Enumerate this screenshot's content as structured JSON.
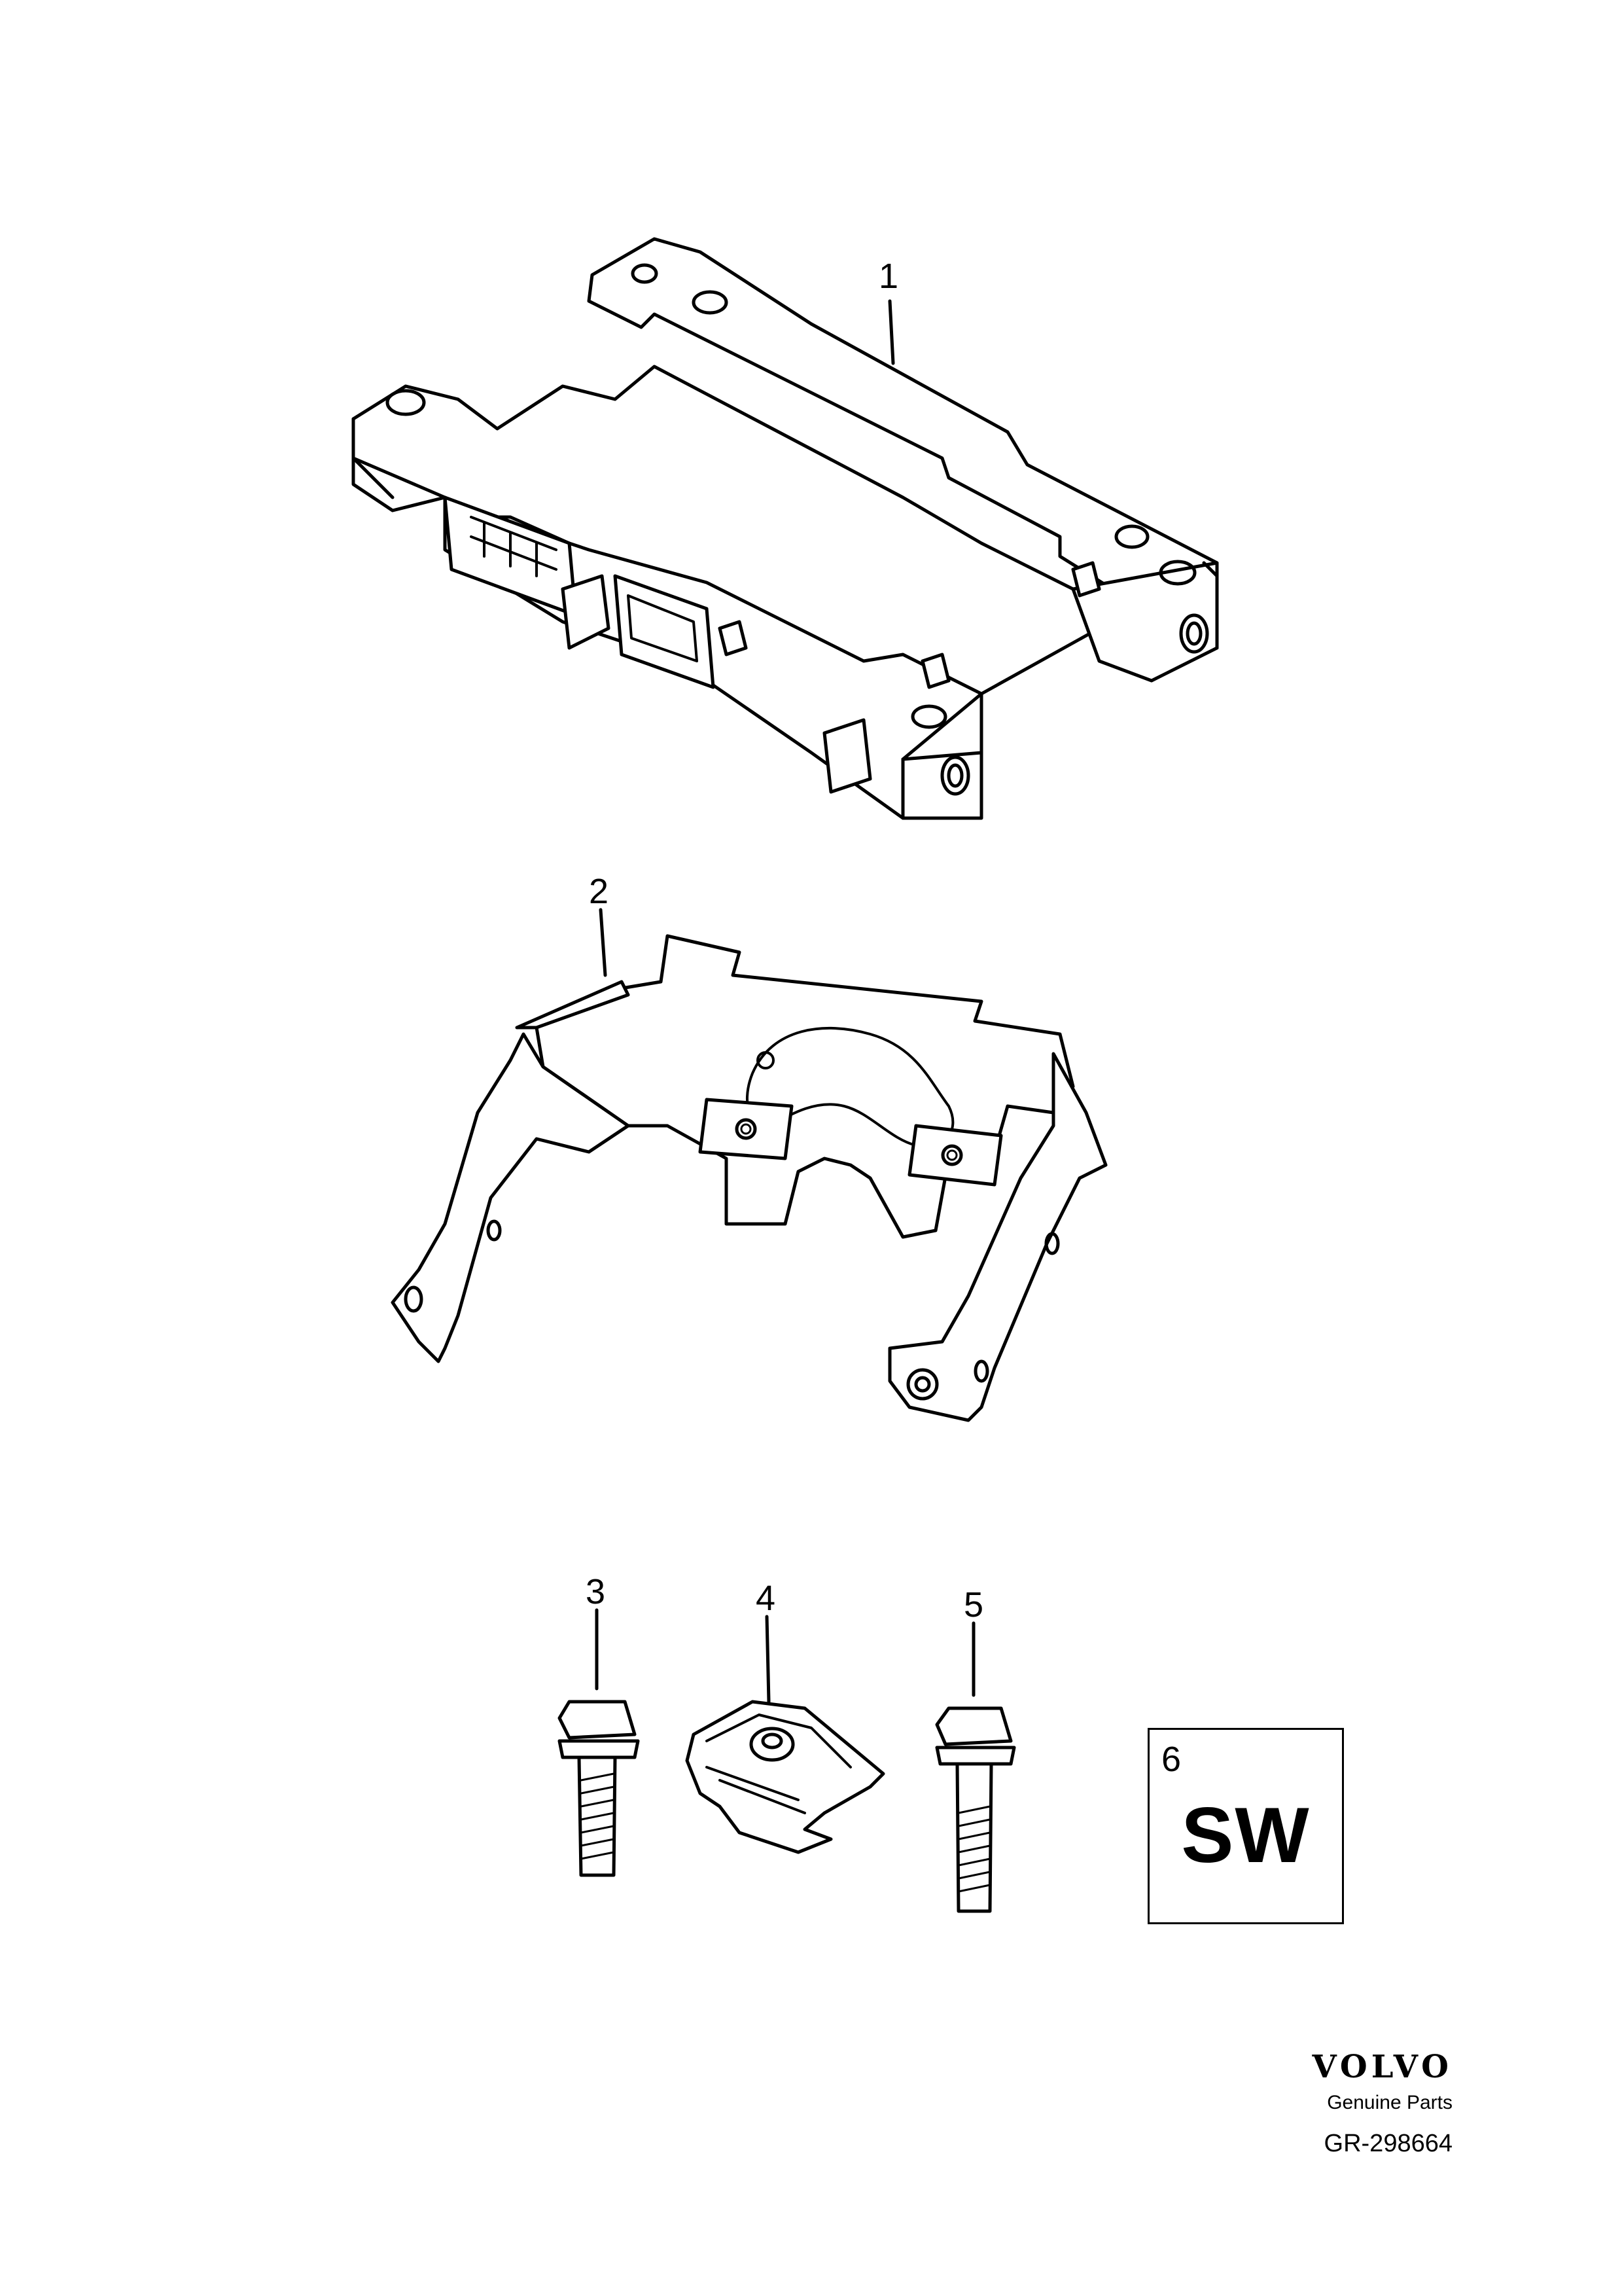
{
  "callouts": {
    "item1": "1",
    "item2": "2",
    "item3": "3",
    "item4": "4",
    "item5": "5"
  },
  "kit_box": {
    "number": "6",
    "code": "SW"
  },
  "brand": {
    "logo": "VOLVO",
    "subtitle": "Genuine Parts",
    "reference": "GR-298664"
  }
}
